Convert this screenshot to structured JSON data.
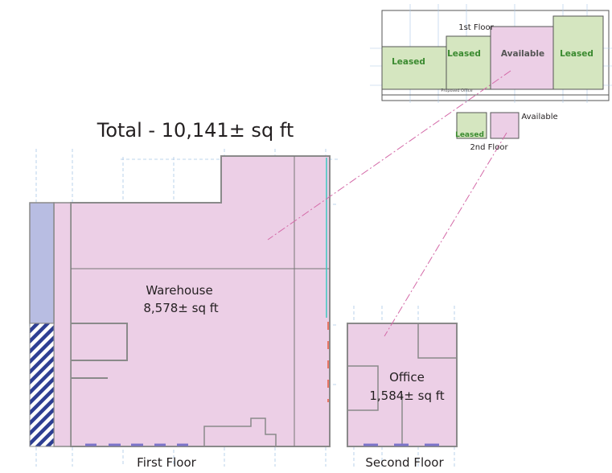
{
  "title": "Total - 10,141± sq ft",
  "first_floor": {
    "caption": "First Floor",
    "room_name": "Warehouse",
    "room_area": "8,578± sq ft"
  },
  "second_floor": {
    "caption": "Second Floor",
    "room_name": "Office",
    "room_area": "1,584± sq ft"
  },
  "key_plan": {
    "first_floor_label": "1st Floor",
    "second_floor_label": "2nd Floor",
    "units": [
      "Leased",
      "Leased",
      "Available",
      "Leased"
    ],
    "second_floor_units": [
      "Leased",
      "Available"
    ],
    "proposed_office_note": "Proposed Office"
  },
  "colors": {
    "available": "#eccfe6",
    "leased": "#d5e6c0",
    "other_tenant": "#b8bde2",
    "wall": "#8a8a8a",
    "leader_line": "#d46aa8",
    "leased_text": "#3a8a2f"
  }
}
